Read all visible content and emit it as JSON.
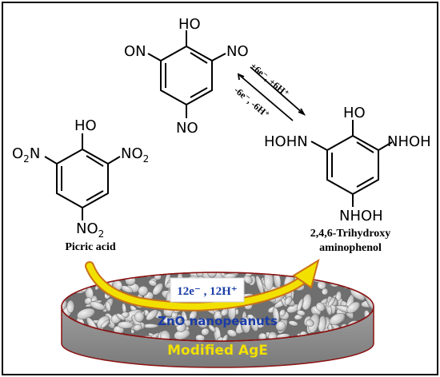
{
  "colors": {
    "frame": "#000000",
    "bond": "#000000",
    "disk_top": "#9a9a9a",
    "disk_side": "#8c8c8c",
    "arrow_fill": "#f2e000",
    "arrow_stroke": "#c9711a",
    "electrode_label": "#f2e000",
    "zno_label": "#1a3ca8",
    "electron_box_bg": "#ffffff"
  },
  "nitroso": {
    "oh": "HO",
    "left": "ON",
    "right": "NO",
    "bottom": "NO"
  },
  "picric": {
    "oh": "HO",
    "left_o": "O",
    "left_sub": "2",
    "left_n": "N",
    "right_n": "NO",
    "right_sub": "2",
    "bottom_n": "NO",
    "bottom_sub": "2",
    "name": "Picric acid"
  },
  "product": {
    "oh": "HO",
    "left": "HOHN",
    "right": "NHOH",
    "bottom": "NHOH",
    "name_line1": "2,4,6-Trihydroxy",
    "name_line2": "aminophenol"
  },
  "reaction": {
    "forward": "+6e⁻, +6H⁺",
    "reverse": "-6e⁻, -6H⁺",
    "overall": "12e⁻ , 12H⁺"
  },
  "electrode": {
    "film": "ZnO nanopeanuts",
    "base": "Modified AgE"
  }
}
